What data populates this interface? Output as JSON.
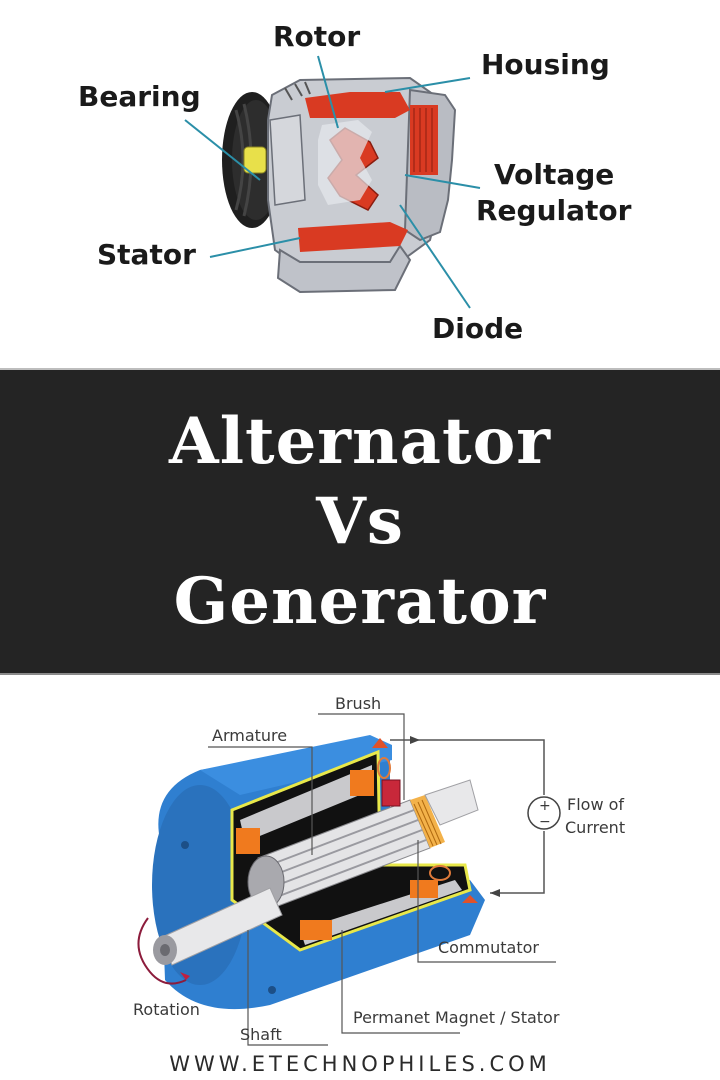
{
  "alternator_diagram": {
    "labels": {
      "rotor": "Rotor",
      "housing": "Housing",
      "bearing": "Bearing",
      "voltage_regulator_line1": "Voltage",
      "voltage_regulator_line2": "Regulator",
      "stator": "Stator",
      "diode": "Diode"
    },
    "leader_color": "#2b8fa8",
    "accent_red": "#d93a22"
  },
  "banner": {
    "line1": "Alternator",
    "line2": "Vs",
    "line3": "Generator",
    "background": "#242424",
    "text_color": "#ffffff"
  },
  "generator_diagram": {
    "labels": {
      "brush": "Brush",
      "armature": "Armature",
      "flow_of_current_line1": "Flow of",
      "flow_of_current_line2": "Current",
      "commutator": "Commutator",
      "rotation": "Rotation",
      "shaft": "Shaft",
      "permanent_magnet_stator": "Permanet Magnet / Stator"
    },
    "symbol": {
      "plus": "+",
      "minus": "−"
    },
    "housing_color": "#2f7fd0",
    "magnet_color": "#f07a1e"
  },
  "footer": {
    "url": "WWW.ETECHNOPHILES.COM"
  }
}
